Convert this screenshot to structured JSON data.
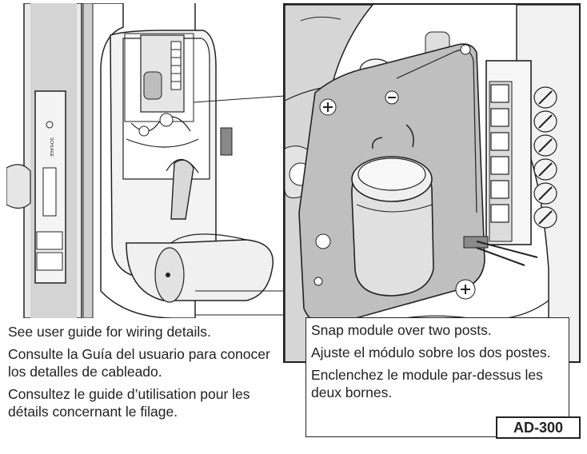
{
  "captions": {
    "left": [
      "See user guide for wiring details.",
      "Consulte la Guía del usuario para conocer los detalles de cableado.",
      "Consultez le guide d’utilisation pour les détails concernant le filage."
    ],
    "right": [
      "Snap module over two posts.",
      "Ajuste el módulo sobre los dos postes.",
      "Enclenchez le module par-dessus les deux bornes."
    ]
  },
  "figure_id": "AD-300",
  "lock_logo": "SCHLAGE",
  "colors": {
    "line": "#222222",
    "light_gray": "#e6e6e6",
    "mid_gray": "#bdbdbd",
    "dark_gray": "#8a8a8a"
  }
}
